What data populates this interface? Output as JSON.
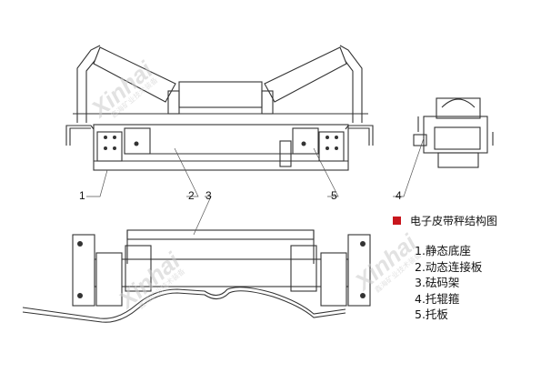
{
  "legend": {
    "title": "电子皮带秤结构图",
    "marker_color": "#c8161d",
    "items": [
      "1.静态底座",
      "2.动态连接板",
      "3.砝码架",
      "4.托辊箍",
      "5.托板"
    ]
  },
  "callouts": [
    "1",
    "2",
    "3",
    "4",
    "5"
  ],
  "watermark": {
    "brand": "Xinhai",
    "subtitle": "鑫海矿业技术装备"
  }
}
